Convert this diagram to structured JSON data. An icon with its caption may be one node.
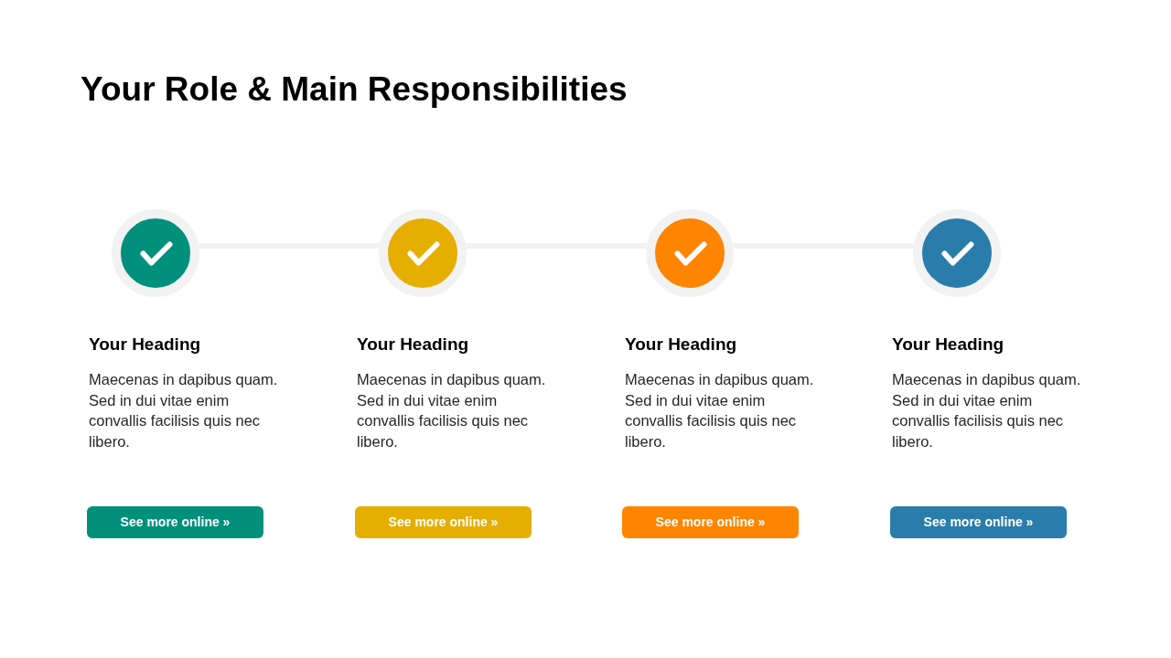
{
  "diagram": {
    "title": "Your Role & Main Responsibilities",
    "nodes": [
      {
        "text": [],
        "shape": "circle",
        "beside": [
          "Your Heading",
          "Maecenas in dapibus quam. Sed in dui vitae enim convallis facilisis quis nec libero."
        ]
      },
      {
        "text": [],
        "shape": "circle",
        "beside": [
          "Your Heading",
          "Maecenas in dapibus quam. Sed in dui vitae enim convallis facilisis quis nec libero."
        ]
      },
      {
        "text": [],
        "shape": "circle",
        "beside": [
          "Your Heading",
          "Maecenas in dapibus quam. Sed in dui vitae enim convallis facilisis quis nec libero."
        ]
      },
      {
        "text": [],
        "shape": "circle",
        "beside": [
          "Your Heading",
          "Maecenas in dapibus quam. Sed in dui vitae enim convallis facilisis quis nec libero."
        ]
      },
      {
        "text": [
          "See more online »"
        ]
      },
      {
        "text": [
          "See more online »"
        ]
      },
      {
        "text": [
          "See more online »"
        ]
      },
      {
        "text": [
          "See more online »"
        ]
      }
    ],
    "edges": [
      {
        "from": 0,
        "to": 1,
        "arrow": "none"
      },
      {
        "from": 1,
        "to": 2,
        "arrow": "none"
      },
      {
        "from": 2,
        "to": 3,
        "arrow": "none"
      }
    ]
  }
}
